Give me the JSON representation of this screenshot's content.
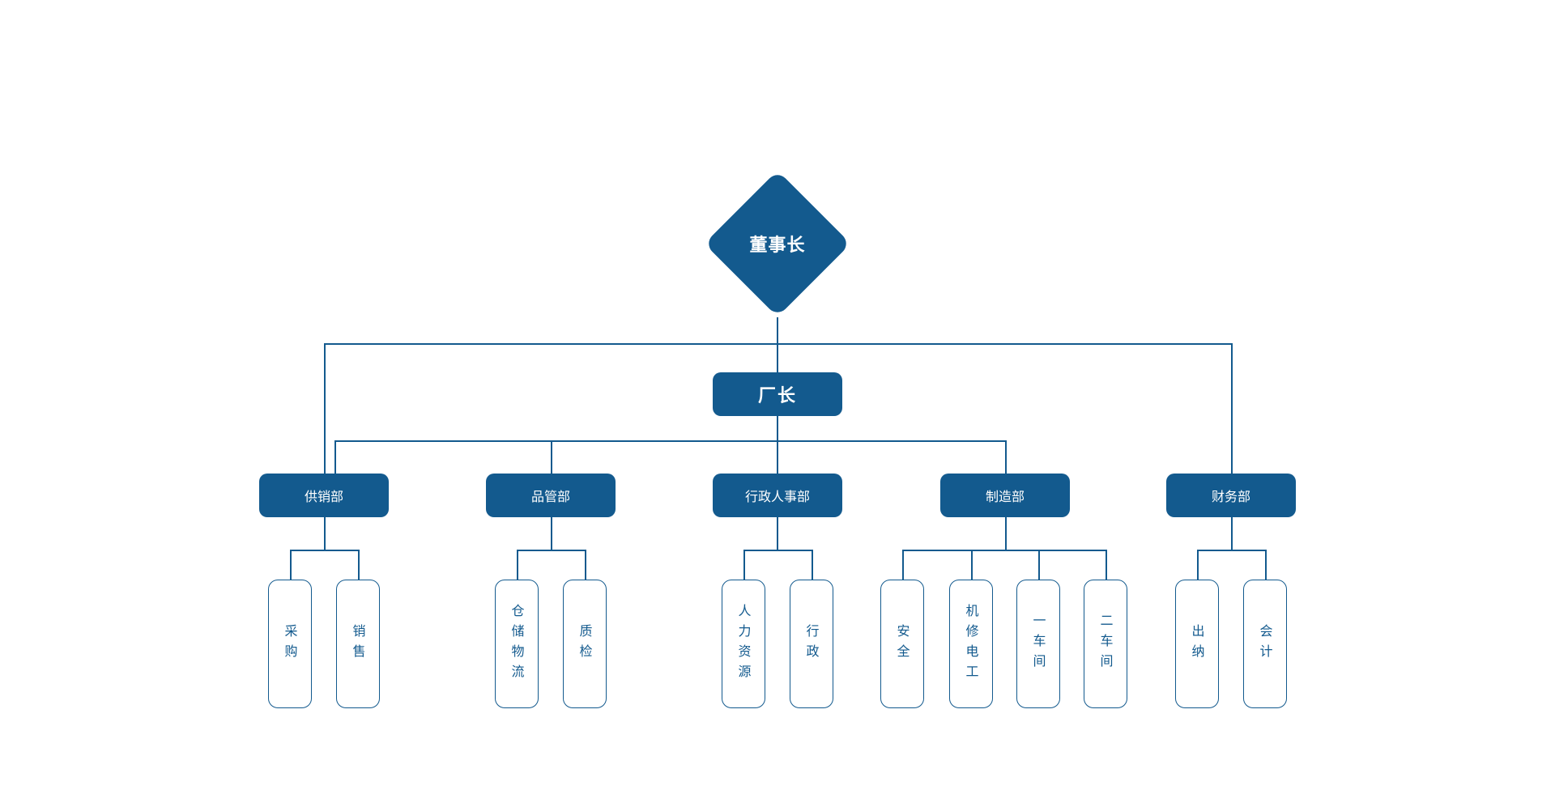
{
  "theme": {
    "primary": "#135a8e",
    "background": "#ffffff"
  },
  "chairman": {
    "label": "董事长"
  },
  "manager": {
    "label": "厂长"
  },
  "departments": [
    {
      "label": "供销部",
      "reports_to": "厂长",
      "children": [
        "采购",
        "销售"
      ]
    },
    {
      "label": "品管部",
      "reports_to": "厂长",
      "children": [
        "仓储物流",
        "质检"
      ]
    },
    {
      "label": "行政人事部",
      "reports_to": "厂长",
      "children": [
        "人力资源",
        "行政"
      ]
    },
    {
      "label": "制造部",
      "reports_to": "厂长",
      "children": [
        "安全",
        "机修电工",
        "一车间",
        "二车间"
      ]
    },
    {
      "label": "财务部",
      "reports_to": "董事长",
      "children": [
        "出纳",
        "会计"
      ]
    }
  ]
}
